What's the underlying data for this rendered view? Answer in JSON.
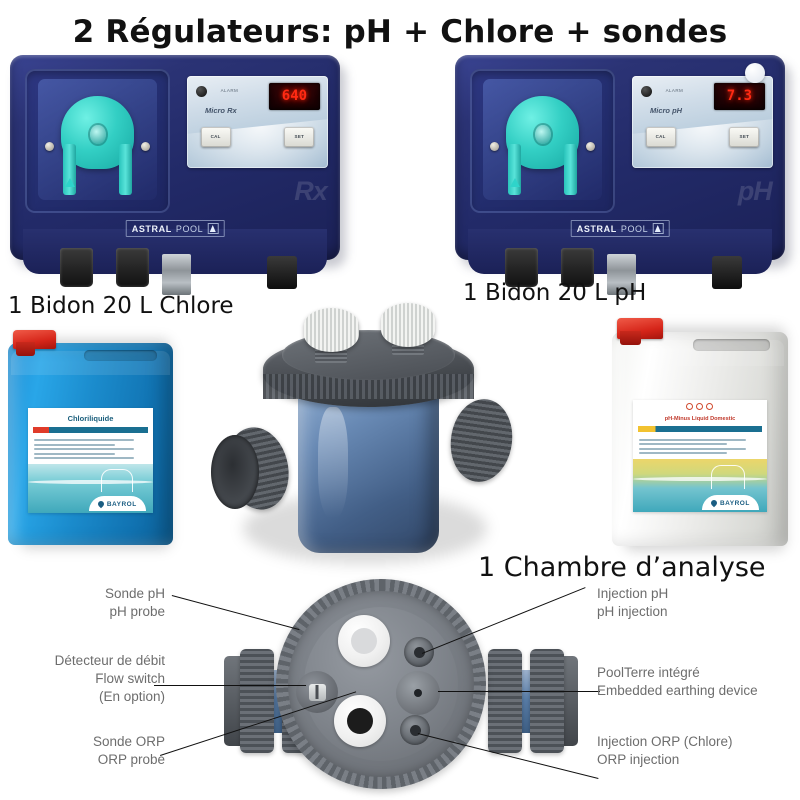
{
  "headings": {
    "main_title": "2 Régulateurs: pH + Chlore + sondes",
    "chlorine_can": "1 Bidon 20 L Chlore",
    "ph_can": "1 Bidon 20 L pH",
    "chamber": "1 Chambre d’analyse"
  },
  "regulators": [
    {
      "id": "micro-rx",
      "model_label": "Micro Rx",
      "alarm_label": "ALARM",
      "display_value": "640",
      "ghost_brand": "Rx",
      "brand_bold": "ASTRAL",
      "brand_light": "POOL",
      "buttons": {
        "cal": "CAL",
        "set": "SET"
      }
    },
    {
      "id": "micro-ph",
      "model_label": "Micro pH",
      "alarm_label": "ALARM",
      "display_value": "7.3",
      "ghost_brand": "pH",
      "brand_bold": "ASTRAL",
      "brand_light": "POOL",
      "buttons": {
        "cal": "CAL",
        "set": "SET"
      }
    }
  ],
  "cans": [
    {
      "id": "chloriliquide",
      "product_title": "Chloriliquide",
      "brand": "BAYROL",
      "cap_color": "#d6261a",
      "body_color": "#1b8ccd"
    },
    {
      "id": "ph-minus",
      "product_title": "pH-Minus Liquid Domestic",
      "brand": "BAYROL",
      "cap_color": "#d6261a",
      "body_color": "#f2f3f0"
    }
  ],
  "diagram": {
    "callouts_left": [
      {
        "id": "ph-probe",
        "fr": "Sonde pH",
        "en": "pH probe",
        "note": ""
      },
      {
        "id": "flow-switch",
        "fr": "Détecteur de débit",
        "en": "Flow switch",
        "note": "(En option)"
      },
      {
        "id": "orp-probe",
        "fr": "Sonde ORP",
        "en": "ORP probe",
        "note": ""
      }
    ],
    "callouts_right": [
      {
        "id": "ph-injection",
        "fr": "Injection pH",
        "en": "pH injection",
        "note": ""
      },
      {
        "id": "earthing",
        "fr": "PoolTerre intégré",
        "en": "Embedded earthing device",
        "note": ""
      },
      {
        "id": "orp-injection",
        "fr": "Injection ORP (Chlore)",
        "en": "ORP injection",
        "note": ""
      }
    ]
  },
  "colors": {
    "device_blue": "#232a6b",
    "led_red": "#ff2a13",
    "label_gray": "#6d6d6d",
    "chamber_gray": "#7a7f86"
  }
}
